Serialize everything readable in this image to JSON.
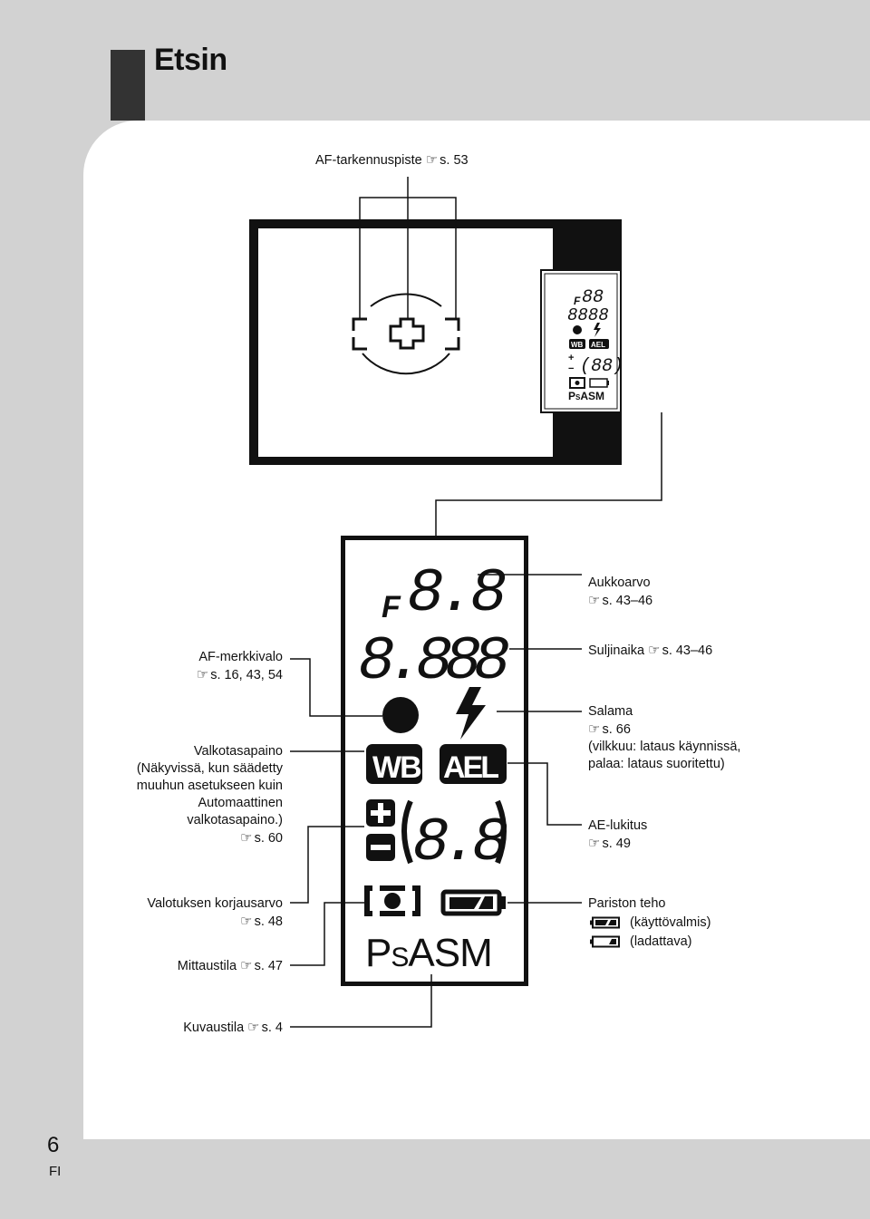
{
  "header": {
    "title": "Etsin"
  },
  "footer": {
    "page_number": "6",
    "language": "FI"
  },
  "ref_icon": "hand-pointer-icon",
  "labels": {
    "af_point": {
      "text": "AF-tarkennuspiste",
      "ref": "s. 53"
    },
    "aperture": {
      "text": "Aukkoarvo",
      "ref": "s. 43–46"
    },
    "shutter": {
      "text": "Suljinaika",
      "ref": "s. 43–46"
    },
    "af_lamp": {
      "text": "AF-merkkivalo",
      "ref": "s. 16, 43, 54"
    },
    "flash": {
      "text": "Salama",
      "ref": "s. 66",
      "note1": "(vilkkuu: lataus käynnissä,",
      "note2": "palaa: lataus suoritettu)"
    },
    "wb": {
      "line1": "Valkotasapaino",
      "line2": "(Näkyvissä, kun säädetty",
      "line3": "muuhun asetukseen kuin",
      "line4": "Automaattinen",
      "line5": "valkotasapaino.)",
      "ref": "s. 60"
    },
    "ae_lock": {
      "text": "AE-lukitus",
      "ref": "s. 49"
    },
    "exposure_comp": {
      "text": "Valotuksen korjausarvo",
      "ref": "s. 48"
    },
    "battery": {
      "text": "Pariston teho",
      "ready": "(käyttövalmis)",
      "charging": "(ladattava)"
    },
    "metering": {
      "text": "Mittaustila",
      "ref": "s. 47"
    },
    "mode": {
      "text": "Kuvaustila",
      "ref": "s. 4"
    }
  },
  "display": {
    "f_prefix": "F",
    "aperture_digits": "8.8",
    "shutter_digits": "8.888",
    "wb": "WB",
    "ael": "AEL",
    "comp_digits": "8.8",
    "mode_p": "P",
    "mode_s": "S",
    "mode_rest": "ASM"
  },
  "colors": {
    "panel_bg": "#ffffff",
    "page_bg": "#d2d2d2",
    "display_bg": "#ffffff",
    "ink": "#111111",
    "title_bar": "#333333"
  }
}
